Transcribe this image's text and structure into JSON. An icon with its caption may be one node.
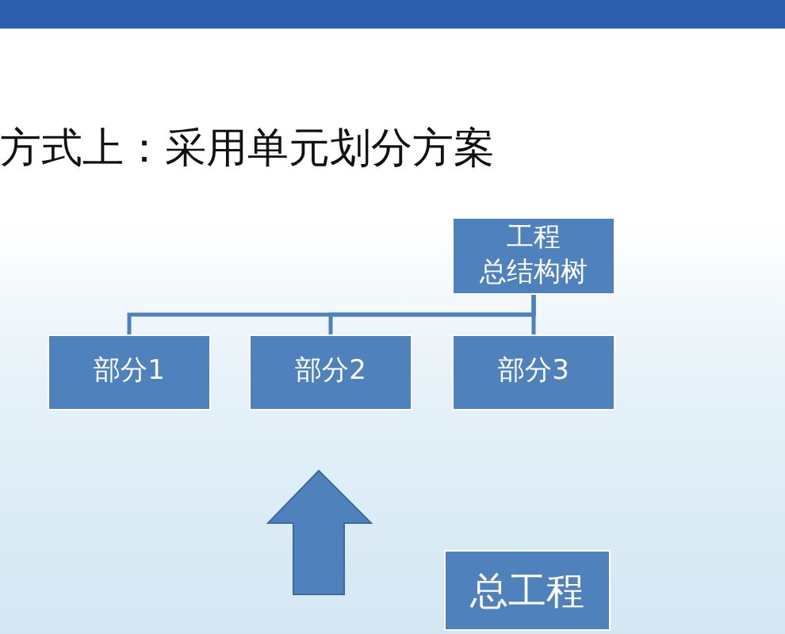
{
  "diagram": {
    "nodes": [
      {
        "text": [
          "工程总结构树"
        ]
      },
      {
        "text": [
          "部分1"
        ]
      },
      {
        "text": [
          "部分2"
        ]
      },
      {
        "text": [
          "部分3"
        ]
      },
      {
        "text": [
          "总工程"
        ]
      },
      {
        "text": [],
        "shape": "bar"
      }
    ],
    "edges": [
      {
        "from": 0,
        "to": 1,
        "arrow": "none"
      },
      {
        "from": 0,
        "to": 2,
        "arrow": "none"
      },
      {
        "from": 0,
        "to": 3,
        "arrow": "none"
      }
    ],
    "labels": [
      "方式上：采用单元划分方案"
    ]
  }
}
